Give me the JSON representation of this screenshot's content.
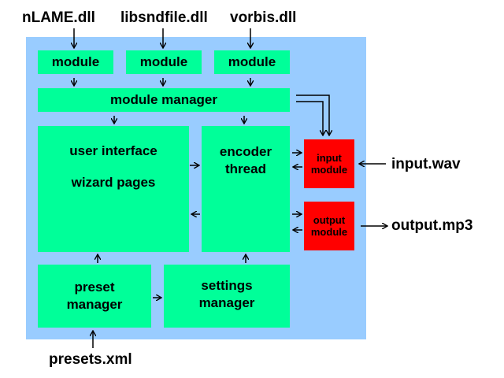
{
  "colors": {
    "panel": "#99ccff",
    "box": "#00ff99",
    "io_box": "#ff0000",
    "arrow": "#000000"
  },
  "external": {
    "nlame": "nLAME.dll",
    "libsndfile": "libsndfile.dll",
    "vorbis": "vorbis.dll",
    "input_file": "input.wav",
    "output_file": "output.mp3",
    "presets_file": "presets.xml"
  },
  "modules": [
    {
      "label": "module"
    },
    {
      "label": "module"
    },
    {
      "label": "module"
    }
  ],
  "module_manager": "module manager",
  "user_interface": {
    "line1": "user interface",
    "line2": "wizard pages"
  },
  "encoder_thread": {
    "line1": "encoder",
    "line2": "thread"
  },
  "input_module": {
    "line1": "input",
    "line2": "module"
  },
  "output_module": {
    "line1": "output",
    "line2": "module"
  },
  "preset_manager": {
    "line1": "preset",
    "line2": "manager"
  },
  "settings_manager": {
    "line1": "settings",
    "line2": "manager"
  }
}
